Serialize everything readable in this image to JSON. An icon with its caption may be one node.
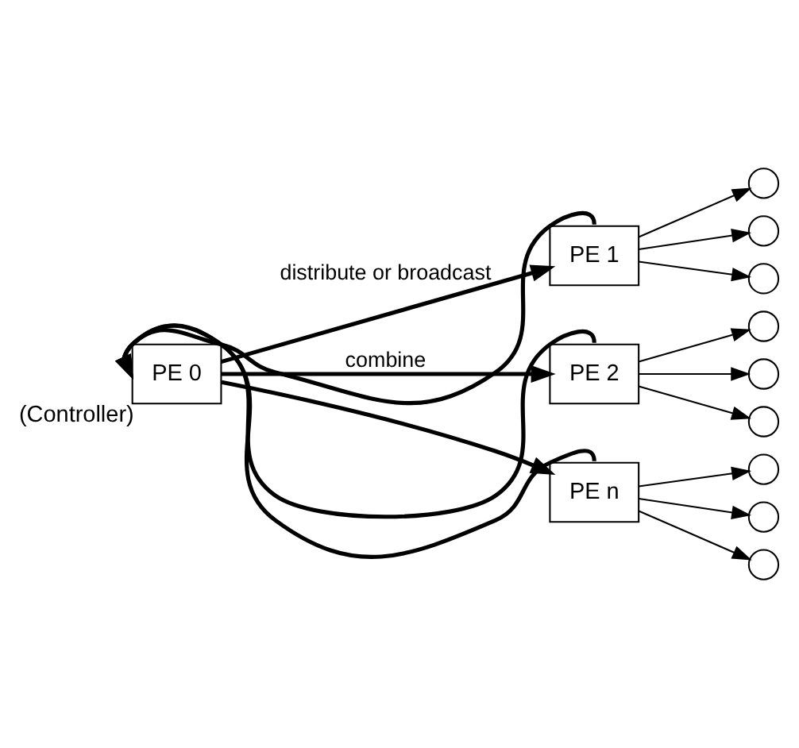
{
  "diagram": {
    "nodes": [
      {
        "text": [
          "PE 0"
        ],
        "beside": [
          "(Controller)"
        ]
      },
      {
        "text": [
          "PE 1"
        ]
      },
      {
        "text": [],
        "shape": "circle"
      },
      {
        "text": [],
        "shape": "circle"
      },
      {
        "text": [],
        "shape": "circle"
      },
      {
        "text": [
          "PE 2"
        ]
      },
      {
        "text": [],
        "shape": "circle"
      },
      {
        "text": [],
        "shape": "circle"
      },
      {
        "text": [],
        "shape": "circle"
      },
      {
        "text": [
          "PE n"
        ]
      },
      {
        "text": [],
        "shape": "circle"
      },
      {
        "text": [],
        "shape": "circle"
      },
      {
        "text": [],
        "shape": "circle"
      }
    ],
    "edges": [
      {
        "from": 0,
        "to": 1,
        "arrow": "to",
        "label": "distribute or broadcast",
        "style": "thick"
      },
      {
        "from": 0,
        "to": 5,
        "arrow": "to",
        "style": "thick"
      },
      {
        "from": 0,
        "to": 9,
        "arrow": "to",
        "style": "thick"
      },
      {
        "from": 1,
        "to": 2,
        "arrow": "to"
      },
      {
        "from": 1,
        "to": 3,
        "arrow": "to"
      },
      {
        "from": 1,
        "to": 4,
        "arrow": "to"
      },
      {
        "from": 5,
        "to": 6,
        "arrow": "to"
      },
      {
        "from": 5,
        "to": 7,
        "arrow": "to"
      },
      {
        "from": 5,
        "to": 8,
        "arrow": "to"
      },
      {
        "from": 9,
        "to": 10,
        "arrow": "to"
      },
      {
        "from": 9,
        "to": 11,
        "arrow": "to"
      },
      {
        "from": 9,
        "to": 12,
        "arrow": "to"
      },
      {
        "from": 1,
        "to": 0,
        "arrow": "to",
        "label": "combine",
        "style": "thick"
      },
      {
        "from": 5,
        "to": 0,
        "arrow": "to",
        "style": "thick"
      },
      {
        "from": 9,
        "to": 0,
        "arrow": "to",
        "style": "thick"
      }
    ]
  }
}
